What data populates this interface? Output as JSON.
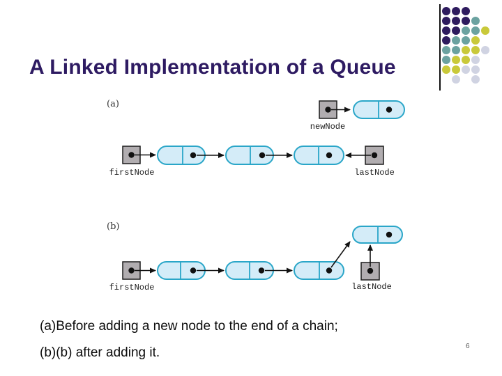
{
  "title": "A Linked Implementation of a Queue",
  "page_number": "6",
  "captions": {
    "line_a": "(a)Before adding a new node to the end of a chain;",
    "line_b": "(b)(b) after adding it."
  },
  "diagram": {
    "part_a": {
      "label": "(a)",
      "new_node_label": "newNode",
      "first_node_label": "firstNode",
      "last_node_label": "lastNode"
    },
    "part_b": {
      "label": "(b)",
      "first_node_label": "firstNode",
      "last_node_label": "lastNode"
    }
  },
  "colors": {
    "title": "#2e1b62",
    "node_fill": "#d4ecf8",
    "node_border": "#2aa6c8",
    "pointer_box_fill": "#b1adb0",
    "arrow": "#111111",
    "dot_purple": "#2e1b5e",
    "dot_teal": "#6ba2a0",
    "dot_olive": "#c9c93a",
    "dot_gray": "#d0d3e2"
  },
  "decor": {
    "dot_colors": {
      "P": "#2e1b5e",
      "T": "#6ba2a0",
      "Y": "#c9c93a",
      "G": "#d0d3e2"
    },
    "dot_rows": [
      "PPP..",
      "PPPT.",
      "PPTTY",
      "PTTY.",
      "TTYYG",
      "TYYG.",
      "YYGG.",
      ".G.G."
    ]
  }
}
